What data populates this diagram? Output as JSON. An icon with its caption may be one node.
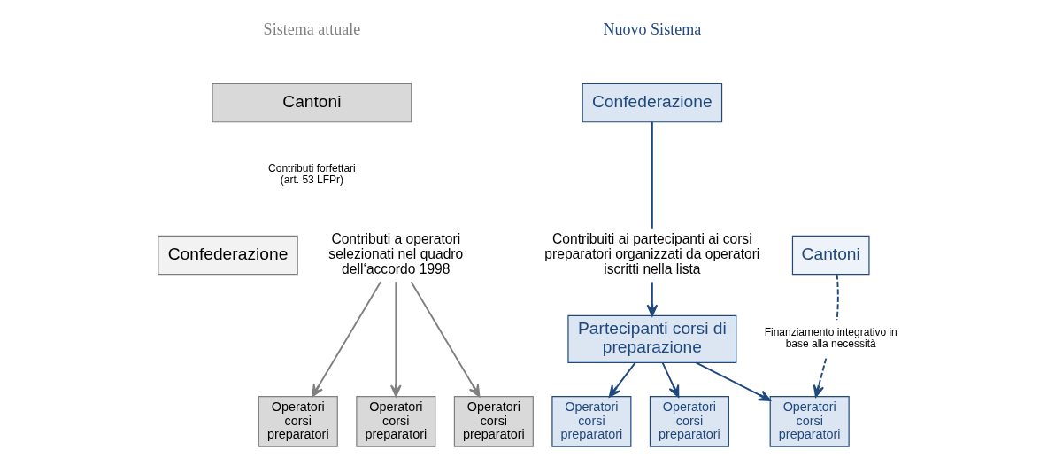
{
  "diagram": {
    "nodes": [
      {
        "text": [
          "Cantoni"
        ]
      },
      {
        "text": [
          "Confederazione"
        ]
      },
      {
        "text": [
          "Contributi a operatori selezionati nel quadro dell‘accordo 1998"
        ]
      },
      {
        "text": [
          "Operatori corsi preparatori"
        ]
      },
      {
        "text": [
          "Operatori corsi preparatori"
        ]
      },
      {
        "text": [
          "Operatori corsi preparatori"
        ]
      },
      {
        "text": [
          "Confederazione"
        ]
      },
      {
        "text": [
          "Contribuiti ai partecipanti ai corsi preparatori organizzati da operatori iscritti nella lista"
        ]
      },
      {
        "text": [
          "Cantoni"
        ]
      },
      {
        "text": [
          "Finanziamento integrativo in base alla necessità"
        ]
      },
      {
        "text": [
          "Partecipanti corsi di preparazione"
        ]
      },
      {
        "text": [
          "Operatori corsi preparatori"
        ]
      },
      {
        "text": [
          "Operatori corsi preparatori"
        ]
      },
      {
        "text": [
          "Operatori corsi preparatori"
        ]
      }
    ],
    "edges": [
      {
        "from": 2,
        "to": 3,
        "arrow": "to",
        "color": "#808080"
      },
      {
        "from": 2,
        "to": 4,
        "arrow": "to",
        "color": "#808080"
      },
      {
        "from": 2,
        "to": 5,
        "arrow": "to",
        "color": "#808080"
      },
      {
        "from": 6,
        "to": 7,
        "arrow": "none"
      },
      {
        "from": 7,
        "to": 10,
        "arrow": "to"
      },
      {
        "from": 8,
        "to": 9,
        "arrow": "none",
        "style": "dashed"
      },
      {
        "from": 9,
        "to": 13,
        "arrow": "to",
        "style": "dashed"
      },
      {
        "from": 10,
        "to": 11,
        "arrow": "to"
      },
      {
        "from": 10,
        "to": 12,
        "arrow": "to"
      },
      {
        "from": 10,
        "to": 13,
        "arrow": "to"
      }
    ],
    "labels": [
      "Sistema attuale",
      "Nuovo Sistema",
      "Contributi forfettari (art. 53 LFPr)"
    ]
  }
}
